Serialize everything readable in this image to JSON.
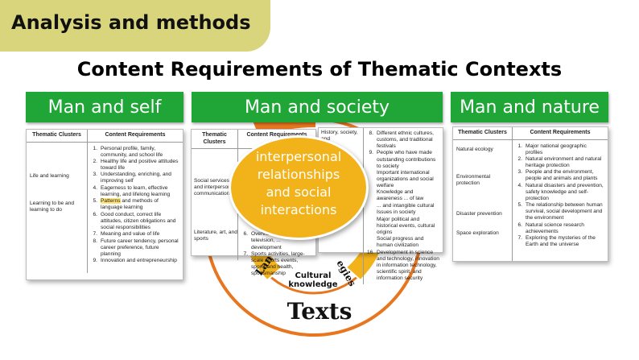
{
  "header": {
    "title": "Analysis and methods"
  },
  "main_title": "Content Requirements of Thematic Contexts",
  "banners": [
    "Man and self",
    "Man and society",
    "Man and nature"
  ],
  "circle": {
    "bubble_lines": [
      "interpersonal",
      "relationships",
      "and social",
      "interactions"
    ],
    "left_segment": "Lan",
    "right_segment": "egies",
    "cultural_lines": [
      "Cultural",
      "knowledge"
    ],
    "bottom_label": "Texts",
    "colors": {
      "ring": "#e8761e",
      "bubble": "#f2b21a",
      "segment": "#f2b21a"
    }
  },
  "table_self": {
    "headers": [
      "Thematic Clusters",
      "Content Requirements"
    ],
    "clusters": [
      "Life and learning",
      "Learning to be and learning to do"
    ],
    "items": [
      {
        "n": "1.",
        "t": "Personal profile, family, community, and school life"
      },
      {
        "n": "2.",
        "t": "Healthy life and positive attitudes toward life"
      },
      {
        "n": "3.",
        "t": "Understanding, enriching, and improving self"
      },
      {
        "n": "4.",
        "t": "Eagerness to learn, effective learning, and lifelong learning"
      },
      {
        "n": "5.",
        "pre": "",
        "hl": "Patterns",
        "post": " and methods of language learning"
      },
      {
        "n": "6.",
        "t": "Good conduct, correct life attitudes, citizen obligations and social responsibilities"
      },
      {
        "n": "7.",
        "t": "Meaning and value of life"
      },
      {
        "n": "8.",
        "t": "Future career tendency, personal career preference, future planning"
      },
      {
        "n": "9.",
        "t": "Innovation and entrepreneurship"
      }
    ]
  },
  "table_society": {
    "headers": [
      "Thematic Clusters",
      "Content Requirements"
    ],
    "clusters": [
      "Social services and interpersonal communication",
      "Literature, art, and sports"
    ],
    "lower_items": [
      {
        "n": "6.",
        "t": "Overview ..."
      },
      {
        "n": "",
        "t": "television, ..."
      },
      {
        "n": "",
        "t": "development"
      },
      {
        "n": "7.",
        "t": "Sports activities, large-scale sports events, sports and health, sportsmanship"
      }
    ]
  },
  "table_history": {
    "cluster": "History, society, and",
    "items": [
      {
        "n": "8.",
        "t": "Different ethnic cultures, customs, and traditional festivals"
      },
      {
        "n": "9.",
        "t": "People who have made outstanding contributions to society"
      },
      {
        "n": "",
        "t": "Important international organizations and social welfare"
      },
      {
        "n": "",
        "t": "Knowledge and awareness ... of law"
      },
      {
        "n": "",
        "t": "... and intangible cultural"
      },
      {
        "n": "",
        "t": "Issues in society"
      },
      {
        "n": "",
        "t": "Major political and historical events, cultural origins"
      },
      {
        "n": "",
        "t": "Social progress and human civilization"
      },
      {
        "n": "16.",
        "t": "Development in science and technology, innovation in information technology, scientific spirit, and information security"
      }
    ]
  },
  "table_nature": {
    "headers": [
      "Thematic Clusters",
      "Content Requirements"
    ],
    "clusters": [
      "Natural ecology",
      "Environmental protection",
      "Disaster prevention",
      "Space exploration"
    ],
    "items": [
      {
        "n": "1.",
        "t": "Major national geographic profiles"
      },
      {
        "n": "2.",
        "t": "Natural environment and natural heritage protection"
      },
      {
        "n": "3.",
        "t": "People and the environment, people and animals and plants"
      },
      {
        "n": "4.",
        "t": "Natural disasters and prevention, safety knowledge and self-protection"
      },
      {
        "n": "5.",
        "t": "The relationship between human survival, social development and the environment"
      },
      {
        "n": "6.",
        "t": "Natural science research achievements"
      },
      {
        "n": "7.",
        "t": "Exploring the mysteries of the Earth and the universe"
      }
    ]
  }
}
